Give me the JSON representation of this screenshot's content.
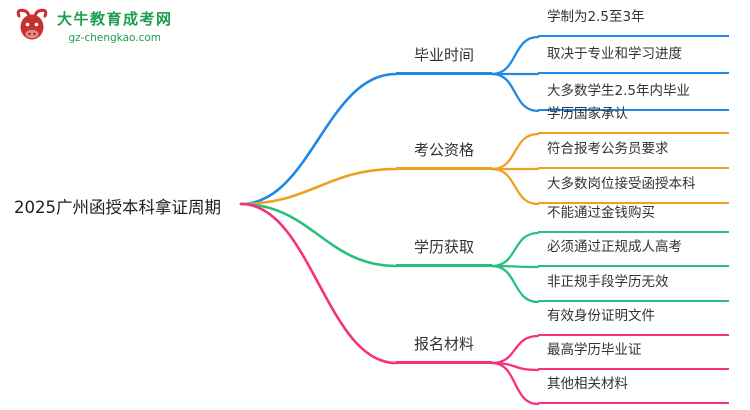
{
  "logo": {
    "title": "大牛教育成考网",
    "url": "gz-chengkao.com"
  },
  "root": {
    "label": "2025广州函授本科拿证周期"
  },
  "branches": [
    {
      "label": "毕业时间",
      "color": "#1e88e5",
      "children": [
        "学制为2.5至3年",
        "取决于专业和学习进度",
        "大多数学生2.5年内毕业"
      ]
    },
    {
      "label": "考公资格",
      "color": "#f0a020",
      "children": [
        "学历国家承认",
        "符合报考公务员要求",
        "大多数岗位接受函授本科"
      ]
    },
    {
      "label": "学历获取",
      "color": "#27c07d",
      "children": [
        "不能通过金钱购买",
        "必须通过正规成人高考",
        "非正规手段学历无效"
      ]
    },
    {
      "label": "报名材料",
      "color": "#f5317f",
      "children": [
        "有效身份证明文件",
        "最高学历毕业证",
        "其他相关材料"
      ]
    }
  ]
}
